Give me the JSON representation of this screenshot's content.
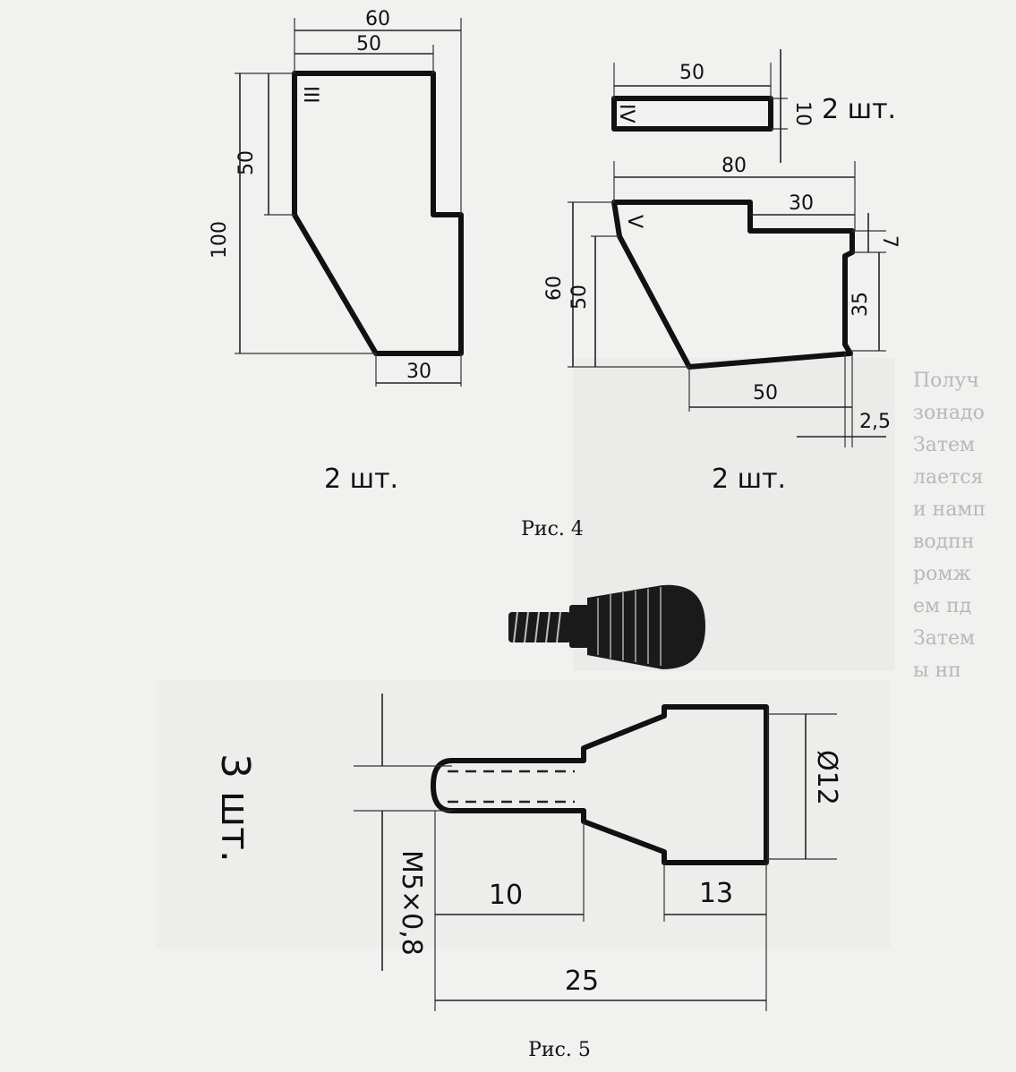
{
  "figure4": {
    "caption": "Рис. 4",
    "part_III": {
      "label": "III",
      "dims": {
        "overall_width": "60",
        "top_width": "50",
        "upper_height": "50",
        "total_height": "100",
        "bottom_width": "30"
      },
      "quantity": "2 шт."
    },
    "part_IV": {
      "label": "IV",
      "dims": {
        "length": "50",
        "thickness": "10"
      },
      "quantity": "2 шт."
    },
    "part_V": {
      "label": "V",
      "dims": {
        "overall_width": "80",
        "step_width": "30",
        "total_height": "60",
        "lower_height": "50",
        "step_drop": "7",
        "tab_height": "35",
        "bottom_width": "50",
        "tab_offset": "2,5"
      },
      "quantity": "2 шт."
    }
  },
  "figure5": {
    "caption": "Рис. 5",
    "quantity": "3 шт.",
    "dims": {
      "thread": "M5×0,8",
      "thread_length": "10",
      "head_length": "13",
      "total_length": "25",
      "head_diameter": "Ø12"
    }
  },
  "background_text": {
    "lines": [
      "Получ",
      "зонадо",
      "Затем",
      "лается",
      "и намп",
      "водпн",
      "ромж",
      "ем пд",
      "Затем",
      "ы нп"
    ]
  }
}
